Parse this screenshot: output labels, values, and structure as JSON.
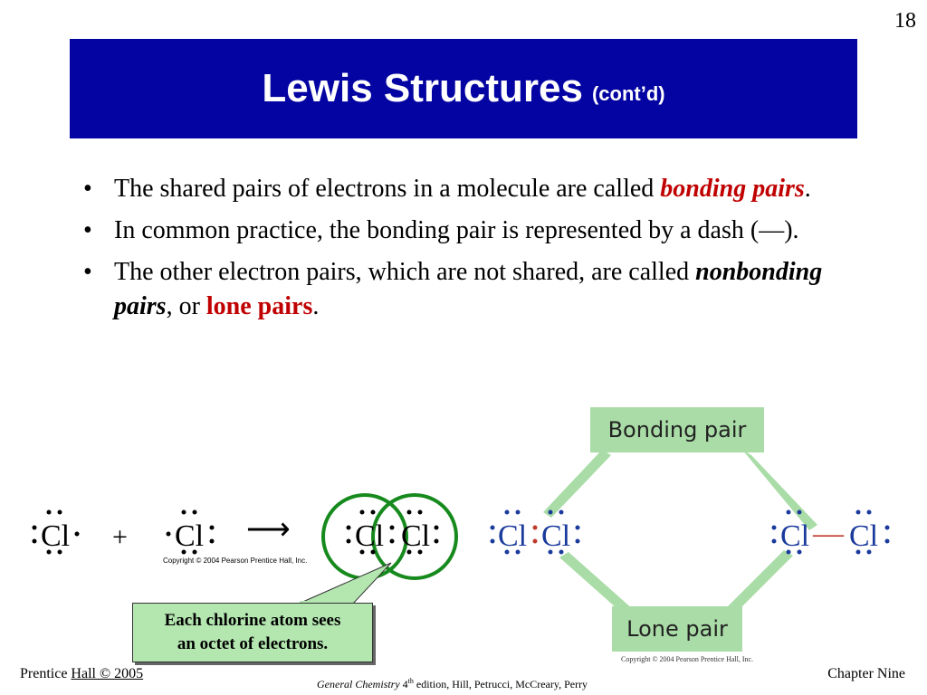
{
  "slide": {
    "number": "18"
  },
  "title": {
    "main": "Lewis Structures",
    "sub": "(cont’d)"
  },
  "bullets": [
    {
      "text": "The shared pairs of electrons in a molecule are called ",
      "em": "bonding pairs",
      "end": "."
    },
    {
      "text": "In common practice, the bonding pair is represented by a dash (—)."
    },
    {
      "text": "The other electron pairs, which are not shared, are called ",
      "em": "nonbonding pairs",
      "mid": ", or ",
      "em2": "lone pairs",
      "end": "."
    }
  ],
  "figure": {
    "cl": "Cl",
    "plus": "+",
    "arrow": "⟶",
    "dash": "—",
    "copyright_left": "Copyright © 2004 Pearson Prentice Hall, Inc.",
    "copyright_right": "Copyright © 2004 Pearson Prentice Hall, Inc.",
    "bonding_label": "Bonding pair",
    "lone_label": "Lone pair",
    "callout_line1": "Each chlorine atom sees",
    "callout_line2": "an octet of electrons."
  },
  "colors": {
    "title_bg": "#0404a3",
    "accent_red": "#c00000",
    "label_green": "#a9dca6",
    "circle_green": "#178a1e",
    "dot_blue": "#1a3a9c",
    "bond_red": "#c0392b"
  },
  "footer": {
    "left_a": "Prentice ",
    "left_b": "Hall © 2005",
    "center_italic": "General Chemistry",
    "center_sup_num": " 4",
    "center_sup": "th",
    "center_rest": " edition, Hill, Petrucci, McCreary, Perry",
    "right": "Chapter Nine"
  }
}
